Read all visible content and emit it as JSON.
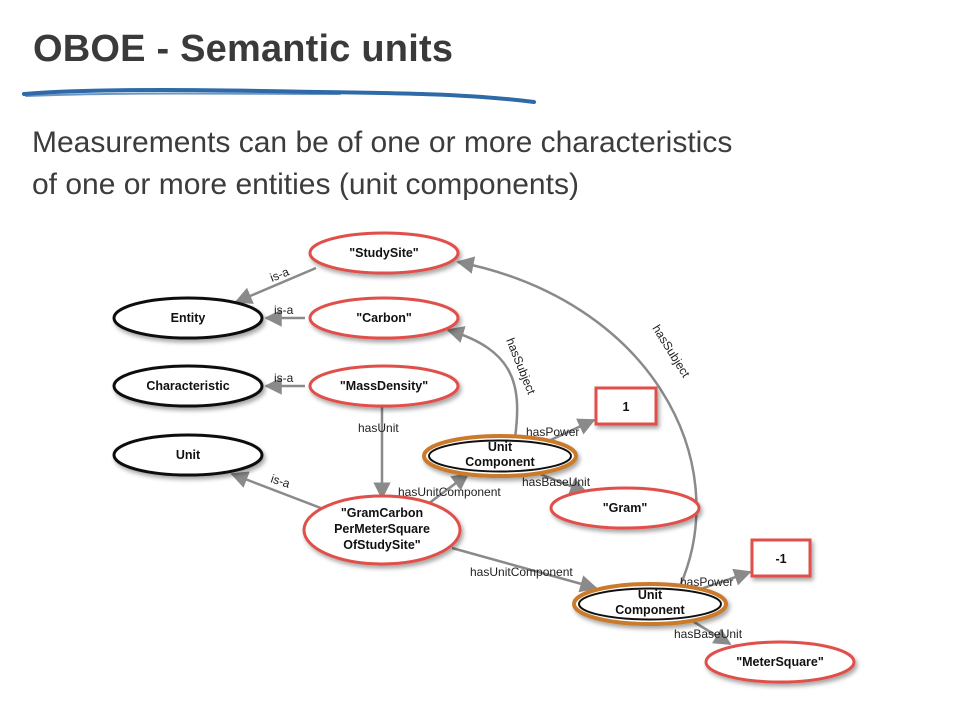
{
  "title": "OBOE - Semantic units",
  "subtitle": [
    "Measurements can be of one or more characteristics",
    "of one or more entities (unit components)"
  ],
  "colors": {
    "accent_blue": "#2f6aa8",
    "instance_border": "#e0504a",
    "component_border": "#c97a2a",
    "class_border": "#111111",
    "edge": "#8a8a8a"
  },
  "nodes": {
    "entity": "Entity",
    "characteristic": "Characteristic",
    "unit": "Unit",
    "studysite": "\"StudySite\"",
    "carbon": "\"Carbon\"",
    "massdensity": "\"MassDensity\"",
    "gramcarbon": [
      "\"GramCarbon",
      "PerMeterSquare",
      "OfStudySite\""
    ],
    "unitcomp1": [
      "Unit",
      "Component"
    ],
    "unitcomp2": [
      "Unit",
      "Component"
    ],
    "one": "1",
    "minusone": "-1",
    "gram": "\"Gram\"",
    "metersquare": "\"MeterSquare\""
  },
  "edges": {
    "isa1": "is-a",
    "isa2": "is-a",
    "isa3": "is-a",
    "isa4": "is-a",
    "hasunit": "hasUnit",
    "hassubject1": "hasSubject",
    "hassubject2": "hasSubject",
    "haspower1": "hasPower",
    "haspower2": "hasPower",
    "hasbaseunit1": "hasBaseUnit",
    "hasbaseunit2": "hasBaseUnit",
    "hasunitcomponent1": "hasUnitComponent",
    "hasunitcomponent2": "hasUnitComponent"
  }
}
